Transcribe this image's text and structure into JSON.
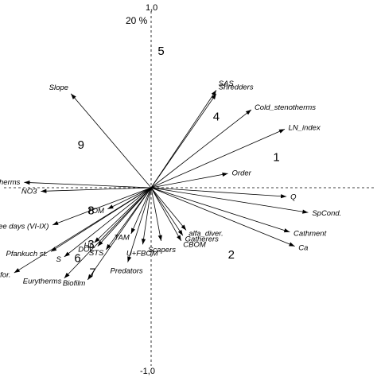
{
  "chart_data": {
    "type": "scatter",
    "subtype": "pca-biplot",
    "variance_label": "20 %",
    "axis_ticks": {
      "top": "1,0",
      "bottom": "-1,0"
    },
    "xlim": [
      -1.0,
      1.0
    ],
    "ylim": [
      -1.0,
      1.0
    ],
    "vectors": [
      {
        "label": "SAS",
        "x": 0.39,
        "y": 0.55
      },
      {
        "label": "Shredders",
        "x": 0.39,
        "y": 0.53
      },
      {
        "label": "Cold_stenotherms",
        "x": 0.6,
        "y": 0.44
      },
      {
        "label": "LN_index",
        "x": 0.8,
        "y": 0.33
      },
      {
        "label": "Order",
        "x": 0.46,
        "y": 0.08
      },
      {
        "label": "Q",
        "x": 0.81,
        "y": -0.05
      },
      {
        "label": "SpCond.",
        "x": 0.94,
        "y": -0.14
      },
      {
        "label": "Cathment",
        "x": 0.83,
        "y": -0.25
      },
      {
        "label": "Ca",
        "x": 0.86,
        "y": -0.33
      },
      {
        "label": "alfa_diver.",
        "x": 0.21,
        "y": -0.24
      },
      {
        "label": "Gatherers",
        "x": 0.19,
        "y": -0.27
      },
      {
        "label": "CBOM",
        "x": 0.18,
        "y": -0.3
      },
      {
        "label": "Scapers",
        "x": 0.06,
        "y": -0.3
      },
      {
        "label": "U+FBOM",
        "x": -0.05,
        "y": -0.32
      },
      {
        "label": "Predators",
        "x": -0.14,
        "y": -0.42
      },
      {
        "label": "TAM",
        "x": -0.12,
        "y": -0.26
      },
      {
        "label": "STS",
        "x": -0.27,
        "y": -0.35
      },
      {
        "label": "HI",
        "x": -0.34,
        "y": -0.31
      },
      {
        "label": "DOC",
        "x": -0.32,
        "y": -0.33
      },
      {
        "label": "Biofilm",
        "x": -0.38,
        "y": -0.52
      },
      {
        "label": "TOM",
        "x": -0.26,
        "y": -0.12
      },
      {
        "label": "Degree days (VI-IX)",
        "x": -0.59,
        "y": -0.21
      },
      {
        "label": "Pfankuch st.",
        "x": -0.6,
        "y": -0.36
      },
      {
        "label": "S",
        "x": -0.52,
        "y": -0.39
      },
      {
        "label": "Eurytherms",
        "x": -0.52,
        "y": -0.51
      },
      {
        "label": "for.",
        "x": -0.82,
        "y": -0.48
      },
      {
        "label": "Mesotherms",
        "x": -0.76,
        "y": 0.03
      },
      {
        "label": "NO3",
        "x": -0.66,
        "y": -0.02
      },
      {
        "label": "Slope",
        "x": -0.48,
        "y": 0.53
      }
    ],
    "region_labels": [
      {
        "label": "1",
        "x": 0.75,
        "y": 0.15
      },
      {
        "label": "2",
        "x": 0.48,
        "y": -0.4
      },
      {
        "label": "3",
        "x": -0.36,
        "y": -0.34
      },
      {
        "label": "4",
        "x": 0.39,
        "y": 0.38
      },
      {
        "label": "5",
        "x": 0.06,
        "y": 0.75
      },
      {
        "label": "6",
        "x": -0.44,
        "y": -0.42
      },
      {
        "label": "7",
        "x": -0.35,
        "y": -0.5
      },
      {
        "label": "8",
        "x": -0.36,
        "y": -0.15
      },
      {
        "label": "9",
        "x": -0.42,
        "y": 0.22
      }
    ]
  }
}
